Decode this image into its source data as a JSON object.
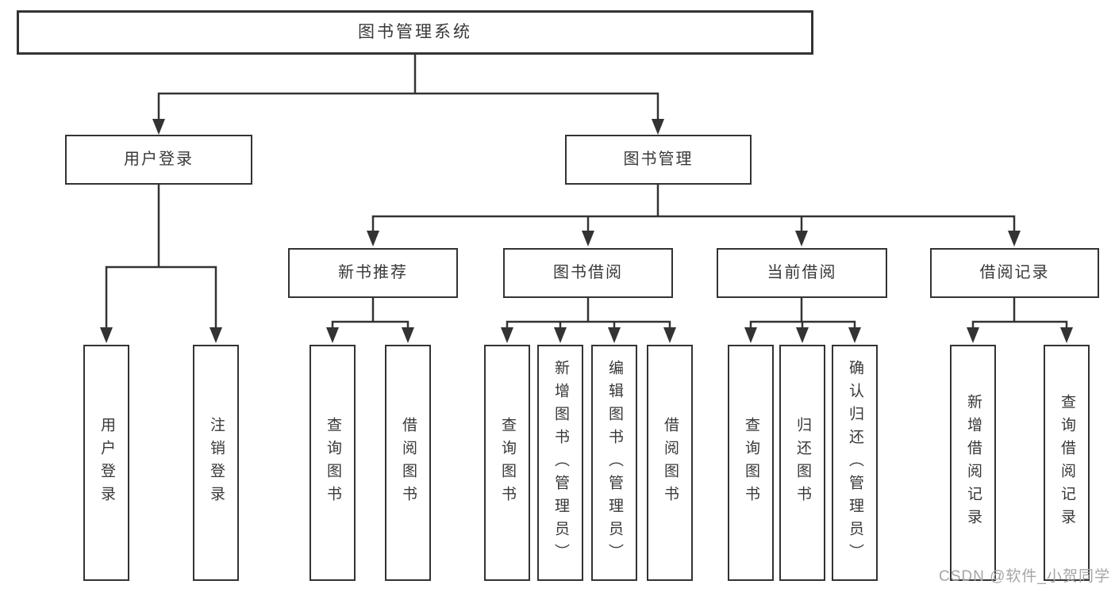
{
  "page": {
    "background": "#ffffff"
  },
  "watermark": {
    "text": "CSDN @软件_小贺同学",
    "color": "#a5a5a5"
  },
  "diagram": {
    "type": "hierarchy-tree",
    "line_color": "#333333",
    "node_border_color": "#333333",
    "node_fill_color": "#ffffff",
    "text_color": "#383838",
    "nodes": {
      "root": {
        "label": "图书管理系统",
        "children": [
          "user_login",
          "book_management"
        ]
      },
      "user_login": {
        "label": "用户登录",
        "children": [
          "leaf_user_login",
          "leaf_logout"
        ]
      },
      "book_management": {
        "label": "图书管理",
        "children": [
          "new_book_rec",
          "book_borrow",
          "current_borrow",
          "borrow_record"
        ]
      },
      "new_book_rec": {
        "label": "新书推荐",
        "children": [
          "leaf_query_book_1",
          "leaf_borrow_book_1"
        ]
      },
      "book_borrow": {
        "label": "图书借阅",
        "children": [
          "leaf_query_book_2",
          "leaf_add_book",
          "leaf_edit_book",
          "leaf_borrow_book_2"
        ]
      },
      "current_borrow": {
        "label": "当前借阅",
        "children": [
          "leaf_query_book_3",
          "leaf_return_book",
          "leaf_confirm_return"
        ]
      },
      "borrow_record": {
        "label": "借阅记录",
        "children": [
          "leaf_add_record",
          "leaf_query_record"
        ]
      },
      "leaf_user_login": {
        "label": "用户登录",
        "children": []
      },
      "leaf_logout": {
        "label": "注销登录",
        "children": []
      },
      "leaf_query_book_1": {
        "label": "查询图书",
        "children": []
      },
      "leaf_borrow_book_1": {
        "label": "借阅图书",
        "children": []
      },
      "leaf_query_book_2": {
        "label": "查询图书",
        "children": []
      },
      "leaf_add_book": {
        "label": "新增图书（管理员）",
        "children": []
      },
      "leaf_edit_book": {
        "label": "编辑图书（管理员）",
        "children": []
      },
      "leaf_borrow_book_2": {
        "label": "借阅图书",
        "children": []
      },
      "leaf_query_book_3": {
        "label": "查询图书",
        "children": []
      },
      "leaf_return_book": {
        "label": "归还图书",
        "children": []
      },
      "leaf_confirm_return": {
        "label": "确认归还（管理员）",
        "children": []
      },
      "leaf_add_record": {
        "label": "新增借阅记录",
        "children": []
      },
      "leaf_query_record": {
        "label": "查询借阅记录",
        "children": []
      }
    }
  }
}
